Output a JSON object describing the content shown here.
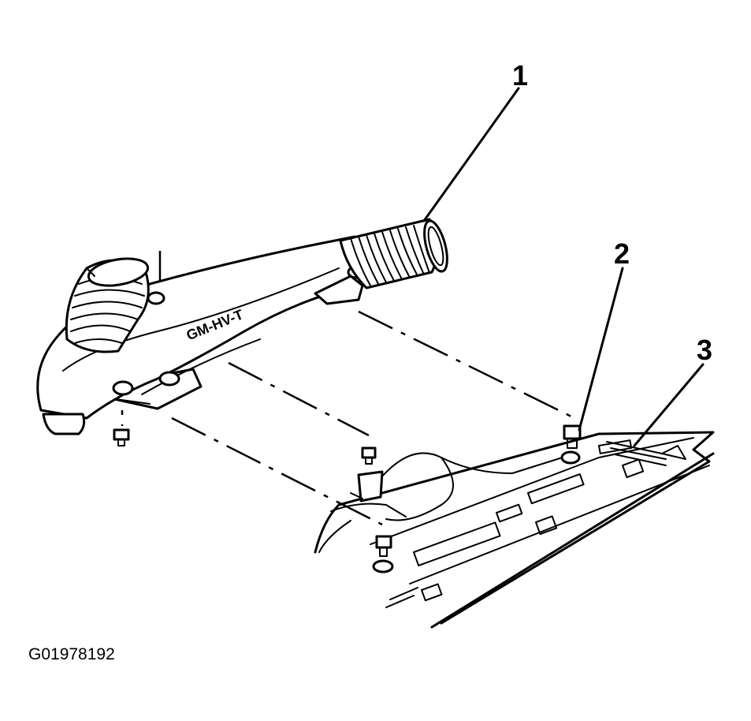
{
  "figure": {
    "id_label": "G01978192",
    "colors": {
      "line": "#000000",
      "background": "#ffffff"
    }
  },
  "callouts": [
    {
      "number": "1"
    },
    {
      "number": "2"
    },
    {
      "number": "3"
    }
  ],
  "parts": {
    "duct_marking": "GM-HV-T"
  }
}
